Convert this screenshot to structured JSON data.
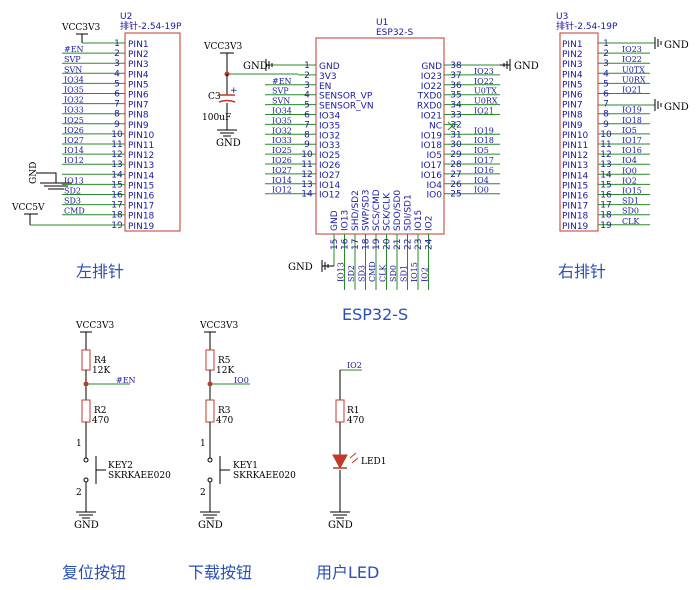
{
  "power": {
    "vcc3v3": "VCC3V3",
    "vcc5v": "VCC5V",
    "gnd": "GND"
  },
  "u2": {
    "ref": "U2",
    "part": "排针-2.54-19P",
    "pins": [
      "PIN1",
      "PIN2",
      "PIN3",
      "PIN4",
      "PIN5",
      "PIN6",
      "PIN7",
      "PIN8",
      "PIN9",
      "PIN10",
      "PIN11",
      "PIN12",
      "PIN13",
      "PIN14",
      "PIN15",
      "PIN16",
      "PIN17",
      "PIN18",
      "PIN19"
    ],
    "nums": [
      "1",
      "2",
      "3",
      "4",
      "5",
      "6",
      "7",
      "8",
      "9",
      "10",
      "11",
      "12",
      "13",
      "14",
      "15",
      "16",
      "17",
      "18",
      "19"
    ],
    "nets": [
      "",
      "#EN",
      "SVP",
      "SVN",
      "IO34",
      "IO35",
      "IO32",
      "IO33",
      "IO25",
      "IO26",
      "IO27",
      "IO14",
      "IO12",
      "",
      "IO13",
      "SD2",
      "SD3",
      "CMD",
      ""
    ]
  },
  "u3": {
    "ref": "U3",
    "part": "排针-2.54-19P",
    "pins": [
      "PIN1",
      "PIN2",
      "PIN3",
      "PIN4",
      "PIN5",
      "PIN6",
      "PIN7",
      "PIN8",
      "PIN9",
      "PIN10",
      "PIN11",
      "PIN12",
      "PIN13",
      "PIN14",
      "PIN15",
      "PIN16",
      "PIN17",
      "PIN18",
      "PIN19"
    ],
    "nums": [
      "1",
      "2",
      "3",
      "4",
      "5",
      "6",
      "7",
      "8",
      "9",
      "10",
      "11",
      "12",
      "13",
      "14",
      "15",
      "16",
      "17",
      "18",
      "19"
    ],
    "nets": [
      "",
      "IO23",
      "IO22",
      "U0TX",
      "U0RX",
      "IO21",
      "",
      "IO19",
      "IO18",
      "IO5",
      "IO17",
      "IO16",
      "IO4",
      "IO0",
      "IO2",
      "IO15",
      "SD1",
      "SD0",
      "CLK"
    ]
  },
  "u1": {
    "ref": "U1",
    "part": "ESP32-S",
    "left": [
      {
        "num": "1",
        "name": "GND",
        "net": ""
      },
      {
        "num": "2",
        "name": "3V3",
        "net": ""
      },
      {
        "num": "3",
        "name": "EN",
        "net": "#EN"
      },
      {
        "num": "4",
        "name": "SENSOR_VP",
        "net": "SVP"
      },
      {
        "num": "5",
        "name": "SENSOR_VN",
        "net": "SVN"
      },
      {
        "num": "6",
        "name": "IO34",
        "net": "IO34"
      },
      {
        "num": "7",
        "name": "IO35",
        "net": "IO35"
      },
      {
        "num": "8",
        "name": "IO32",
        "net": "IO32"
      },
      {
        "num": "9",
        "name": "IO33",
        "net": "IO33"
      },
      {
        "num": "10",
        "name": "IO25",
        "net": "IO25"
      },
      {
        "num": "11",
        "name": "IO26",
        "net": "IO26"
      },
      {
        "num": "12",
        "name": "IO27",
        "net": "IO27"
      },
      {
        "num": "13",
        "name": "IO14",
        "net": "IO14"
      },
      {
        "num": "14",
        "name": "IO12",
        "net": "IO12"
      }
    ],
    "right": [
      {
        "num": "38",
        "name": "GND",
        "net": ""
      },
      {
        "num": "37",
        "name": "IO23",
        "net": "IO23"
      },
      {
        "num": "36",
        "name": "IO22",
        "net": "IO22"
      },
      {
        "num": "35",
        "name": "TXD0",
        "net": "U0TX"
      },
      {
        "num": "34",
        "name": "RXD0",
        "net": "U0RX"
      },
      {
        "num": "33",
        "name": "IO21",
        "net": "IO21"
      },
      {
        "num": "32",
        "name": "NC",
        "net": ""
      },
      {
        "num": "31",
        "name": "IO19",
        "net": "IO19"
      },
      {
        "num": "30",
        "name": "IO18",
        "net": "IO18"
      },
      {
        "num": "29",
        "name": "IO5",
        "net": "IO5"
      },
      {
        "num": "28",
        "name": "IO17",
        "net": "IO17"
      },
      {
        "num": "27",
        "name": "IO16",
        "net": "IO16"
      },
      {
        "num": "26",
        "name": "IO4",
        "net": "IO4"
      },
      {
        "num": "25",
        "name": "IO0",
        "net": "IO0"
      }
    ],
    "bottom": [
      {
        "num": "15",
        "name": "GND",
        "net": ""
      },
      {
        "num": "16",
        "name": "IO13",
        "net": "IO13"
      },
      {
        "num": "17",
        "name": "SHD/SD2",
        "net": "SD2"
      },
      {
        "num": "18",
        "name": "SWP/SD3",
        "net": "SD3"
      },
      {
        "num": "19",
        "name": "SCS/CMD",
        "net": "CMD"
      },
      {
        "num": "20",
        "name": "SCK/CLK",
        "net": "CLK"
      },
      {
        "num": "21",
        "name": "SDO/SD0",
        "net": "SD0"
      },
      {
        "num": "22",
        "name": "SDI/SD1",
        "net": "SD1"
      },
      {
        "num": "23",
        "name": "IO15",
        "net": "IO15"
      },
      {
        "num": "24",
        "name": "IO2",
        "net": "IO2"
      }
    ]
  },
  "c3": {
    "ref": "C3",
    "value": "100uF",
    "plus": "+"
  },
  "r4": {
    "ref": "R4",
    "value": "12K"
  },
  "r2": {
    "ref": "R2",
    "value": "470"
  },
  "r5": {
    "ref": "R5",
    "value": "12K"
  },
  "r3": {
    "ref": "R3",
    "value": "470"
  },
  "r1": {
    "ref": "R1",
    "value": "470"
  },
  "key2": {
    "ref": "KEY2",
    "part": "SKRKAEE020",
    "pin1": "1",
    "pin2": "2",
    "net": "#EN"
  },
  "key1": {
    "ref": "KEY1",
    "part": "SKRKAEE020",
    "pin1": "1",
    "pin2": "2",
    "net": "IO0"
  },
  "led1": {
    "ref": "LED1",
    "net": "IO2"
  },
  "captions": {
    "left_header": "左排针",
    "esp": "ESP32-S",
    "right_header": "右排针",
    "reset": "复位按钮",
    "download": "下载按钮",
    "user_led": "用户LED"
  }
}
